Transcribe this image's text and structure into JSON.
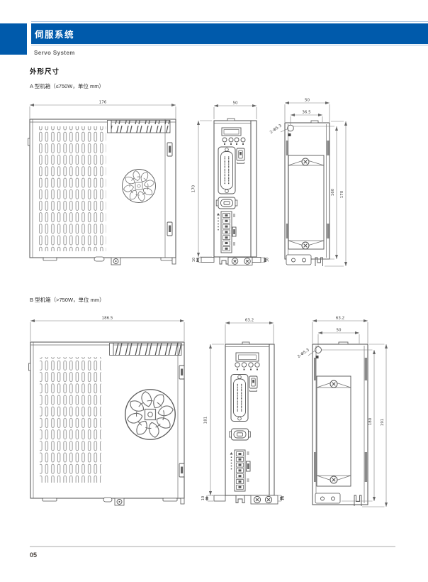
{
  "header": {
    "title_zh": "伺服系统",
    "title_en": "Servo System",
    "accent_color": "#005aab"
  },
  "section": {
    "title": "外形尺寸"
  },
  "type_a": {
    "label": "A 型机箱（≤750W，单位 mm）",
    "dims": {
      "side_width": "176",
      "front_width": "50",
      "height": "170",
      "foot_left": "10",
      "foot_right": "10",
      "back_width": "50",
      "hole_pitch": "36.5",
      "hole_note": "2-Φ5.3",
      "mount_pitch": "160",
      "back_height": "170"
    }
  },
  "type_b": {
    "label": "B 型机箱（>750W，单位 mm）",
    "dims": {
      "side_width": "186.5",
      "front_width": "63.2",
      "height": "181",
      "foot_left": "10",
      "foot_right": "10",
      "back_width": "63.2",
      "hole_pitch": "50",
      "hole_note": "2-Φ5.3",
      "mount_pitch": "180",
      "back_height": "191"
    }
  },
  "footer": {
    "page_number": "05"
  }
}
